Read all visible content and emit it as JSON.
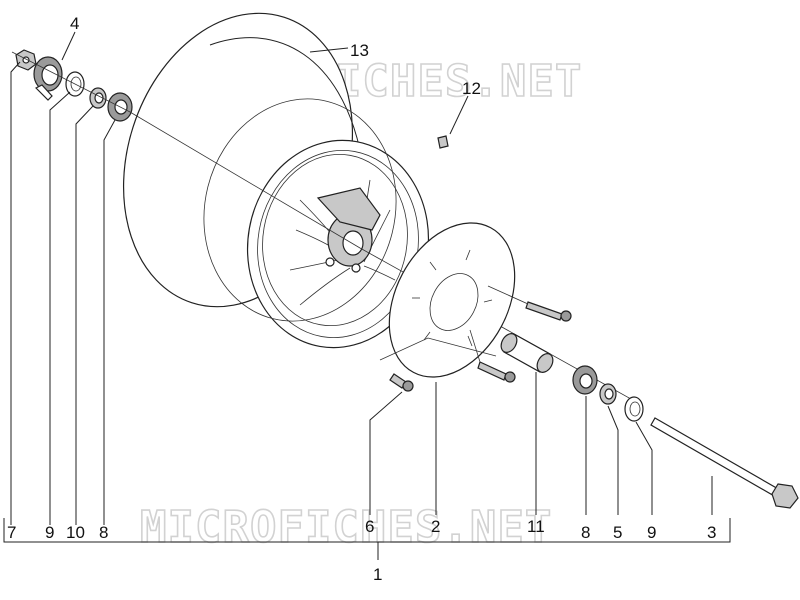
{
  "watermark": {
    "top": "MICROFICHES.NET",
    "bottom": "MICROFICHES.NET"
  },
  "callouts": {
    "c1": "1",
    "c2": "2",
    "c3": "3",
    "c4": "4",
    "c5": "5",
    "c6": "6",
    "c7": "7",
    "c8_left": "8",
    "c8_right": "8",
    "c9_left": "9",
    "c9_right": "9",
    "c10": "10",
    "c11": "11",
    "c12": "12",
    "c13": "13"
  },
  "colors": {
    "line": "#222222",
    "watermark_outline": "#d2d2d2",
    "background": "#ffffff"
  }
}
